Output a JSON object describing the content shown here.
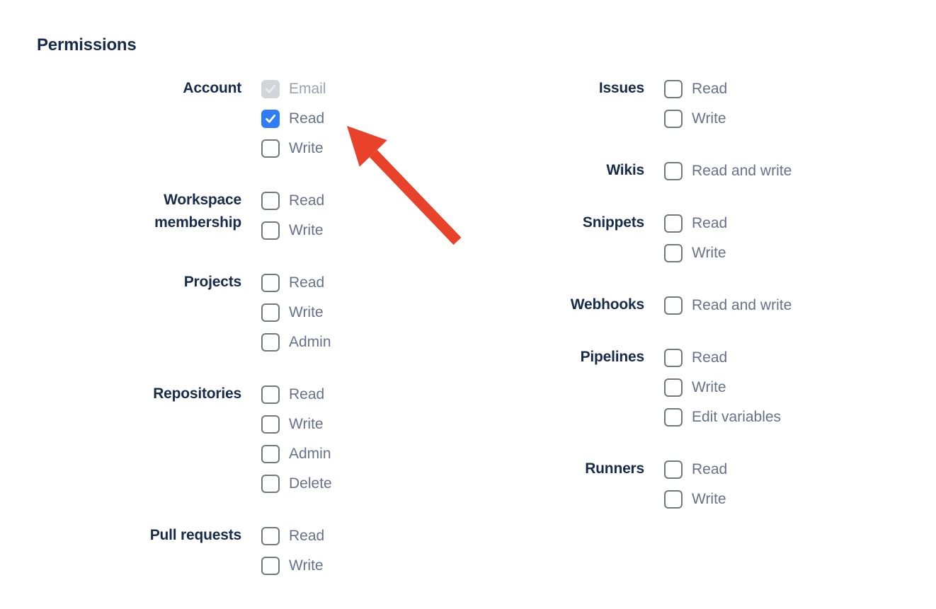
{
  "title": "Permissions",
  "colors": {
    "heading_text": "#172b4d",
    "group_text": "#172b4d",
    "option_text": "#67718c",
    "option_text_disabled": "#99a1ae",
    "checkbox_checked": "#2e7cf6",
    "checkbox_border": "#73777e",
    "checkbox_disabled_fill": "#d2d6db",
    "checkmark": "#ffffff",
    "checkmark_disabled": "#e9ebee",
    "arrow": "#e8422b"
  },
  "annotation": {
    "icon": "red-arrow-annotation-icon",
    "color": "#e8422b"
  },
  "columns": [
    {
      "name": "left",
      "groups": [
        {
          "label": "Account",
          "options": [
            {
              "label": "Email",
              "checked": true,
              "disabled": true
            },
            {
              "label": "Read",
              "checked": true,
              "disabled": false
            },
            {
              "label": "Write",
              "checked": false,
              "disabled": false
            }
          ]
        },
        {
          "label": "Workspace membership",
          "options": [
            {
              "label": "Read",
              "checked": false,
              "disabled": false
            },
            {
              "label": "Write",
              "checked": false,
              "disabled": false
            }
          ]
        },
        {
          "label": "Projects",
          "options": [
            {
              "label": "Read",
              "checked": false,
              "disabled": false
            },
            {
              "label": "Write",
              "checked": false,
              "disabled": false
            },
            {
              "label": "Admin",
              "checked": false,
              "disabled": false
            }
          ]
        },
        {
          "label": "Repositories",
          "options": [
            {
              "label": "Read",
              "checked": false,
              "disabled": false
            },
            {
              "label": "Write",
              "checked": false,
              "disabled": false
            },
            {
              "label": "Admin",
              "checked": false,
              "disabled": false
            },
            {
              "label": "Delete",
              "checked": false,
              "disabled": false
            }
          ]
        },
        {
          "label": "Pull requests",
          "options": [
            {
              "label": "Read",
              "checked": false,
              "disabled": false
            },
            {
              "label": "Write",
              "checked": false,
              "disabled": false
            }
          ]
        }
      ]
    },
    {
      "name": "right",
      "groups": [
        {
          "label": "Issues",
          "options": [
            {
              "label": "Read",
              "checked": false,
              "disabled": false
            },
            {
              "label": "Write",
              "checked": false,
              "disabled": false
            }
          ]
        },
        {
          "label": "Wikis",
          "options": [
            {
              "label": "Read and write",
              "checked": false,
              "disabled": false
            }
          ]
        },
        {
          "label": "Snippets",
          "options": [
            {
              "label": "Read",
              "checked": false,
              "disabled": false
            },
            {
              "label": "Write",
              "checked": false,
              "disabled": false
            }
          ]
        },
        {
          "label": "Webhooks",
          "options": [
            {
              "label": "Read and write",
              "checked": false,
              "disabled": false
            }
          ]
        },
        {
          "label": "Pipelines",
          "options": [
            {
              "label": "Read",
              "checked": false,
              "disabled": false
            },
            {
              "label": "Write",
              "checked": false,
              "disabled": false
            },
            {
              "label": "Edit variables",
              "checked": false,
              "disabled": false
            }
          ]
        },
        {
          "label": "Runners",
          "options": [
            {
              "label": "Read",
              "checked": false,
              "disabled": false
            },
            {
              "label": "Write",
              "checked": false,
              "disabled": false
            }
          ]
        }
      ]
    }
  ]
}
